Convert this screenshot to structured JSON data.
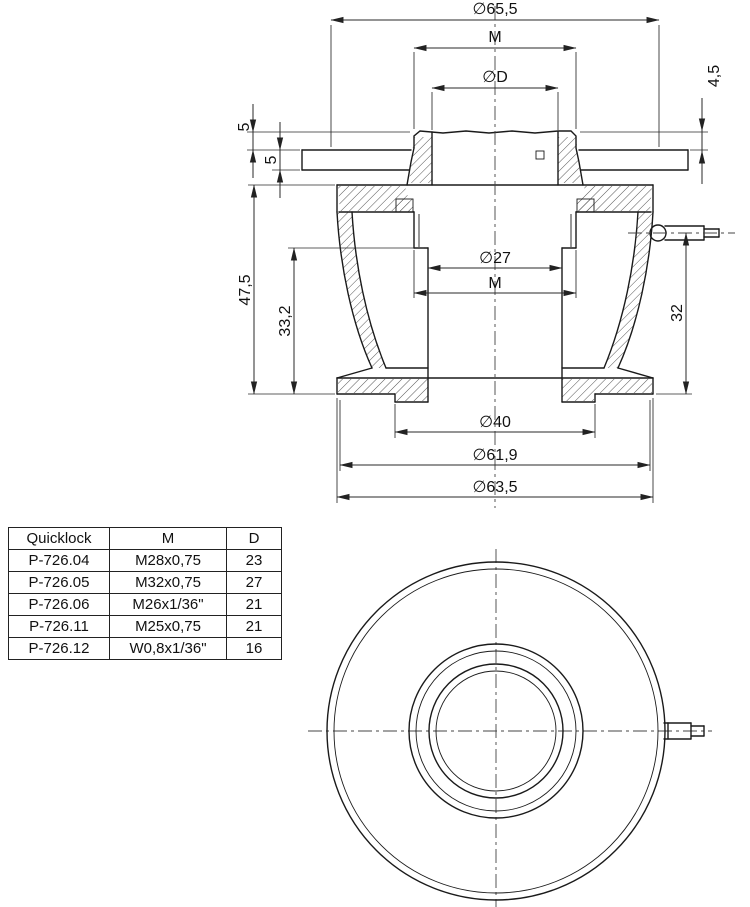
{
  "section_view": {
    "dims": {
      "dia_65_5": "∅65,5",
      "thread_m_top": "M",
      "dia_d": "∅D",
      "h_4_5": "4,5",
      "h_5_upper": "5",
      "h_5_lower": "5",
      "h_47_5": "47,5",
      "h_33_2": "33,2",
      "dia_27": "∅27",
      "thread_m_inner": "M",
      "h_32": "32",
      "dia_40": "∅40",
      "dia_61_9": "∅61,9",
      "dia_63_5": "∅63,5"
    }
  },
  "table": {
    "headers": [
      "Quicklock",
      "M",
      "D"
    ],
    "rows": [
      [
        "P-726.04",
        "M28x0,75",
        "23"
      ],
      [
        "P-726.05",
        "M32x0,75",
        "27"
      ],
      [
        "P-726.06",
        "M26x1/36\"",
        "21"
      ],
      [
        "P-726.11",
        "M25x0,75",
        "21"
      ],
      [
        "P-726.12",
        "W0,8x1/36\"",
        "16"
      ]
    ]
  }
}
